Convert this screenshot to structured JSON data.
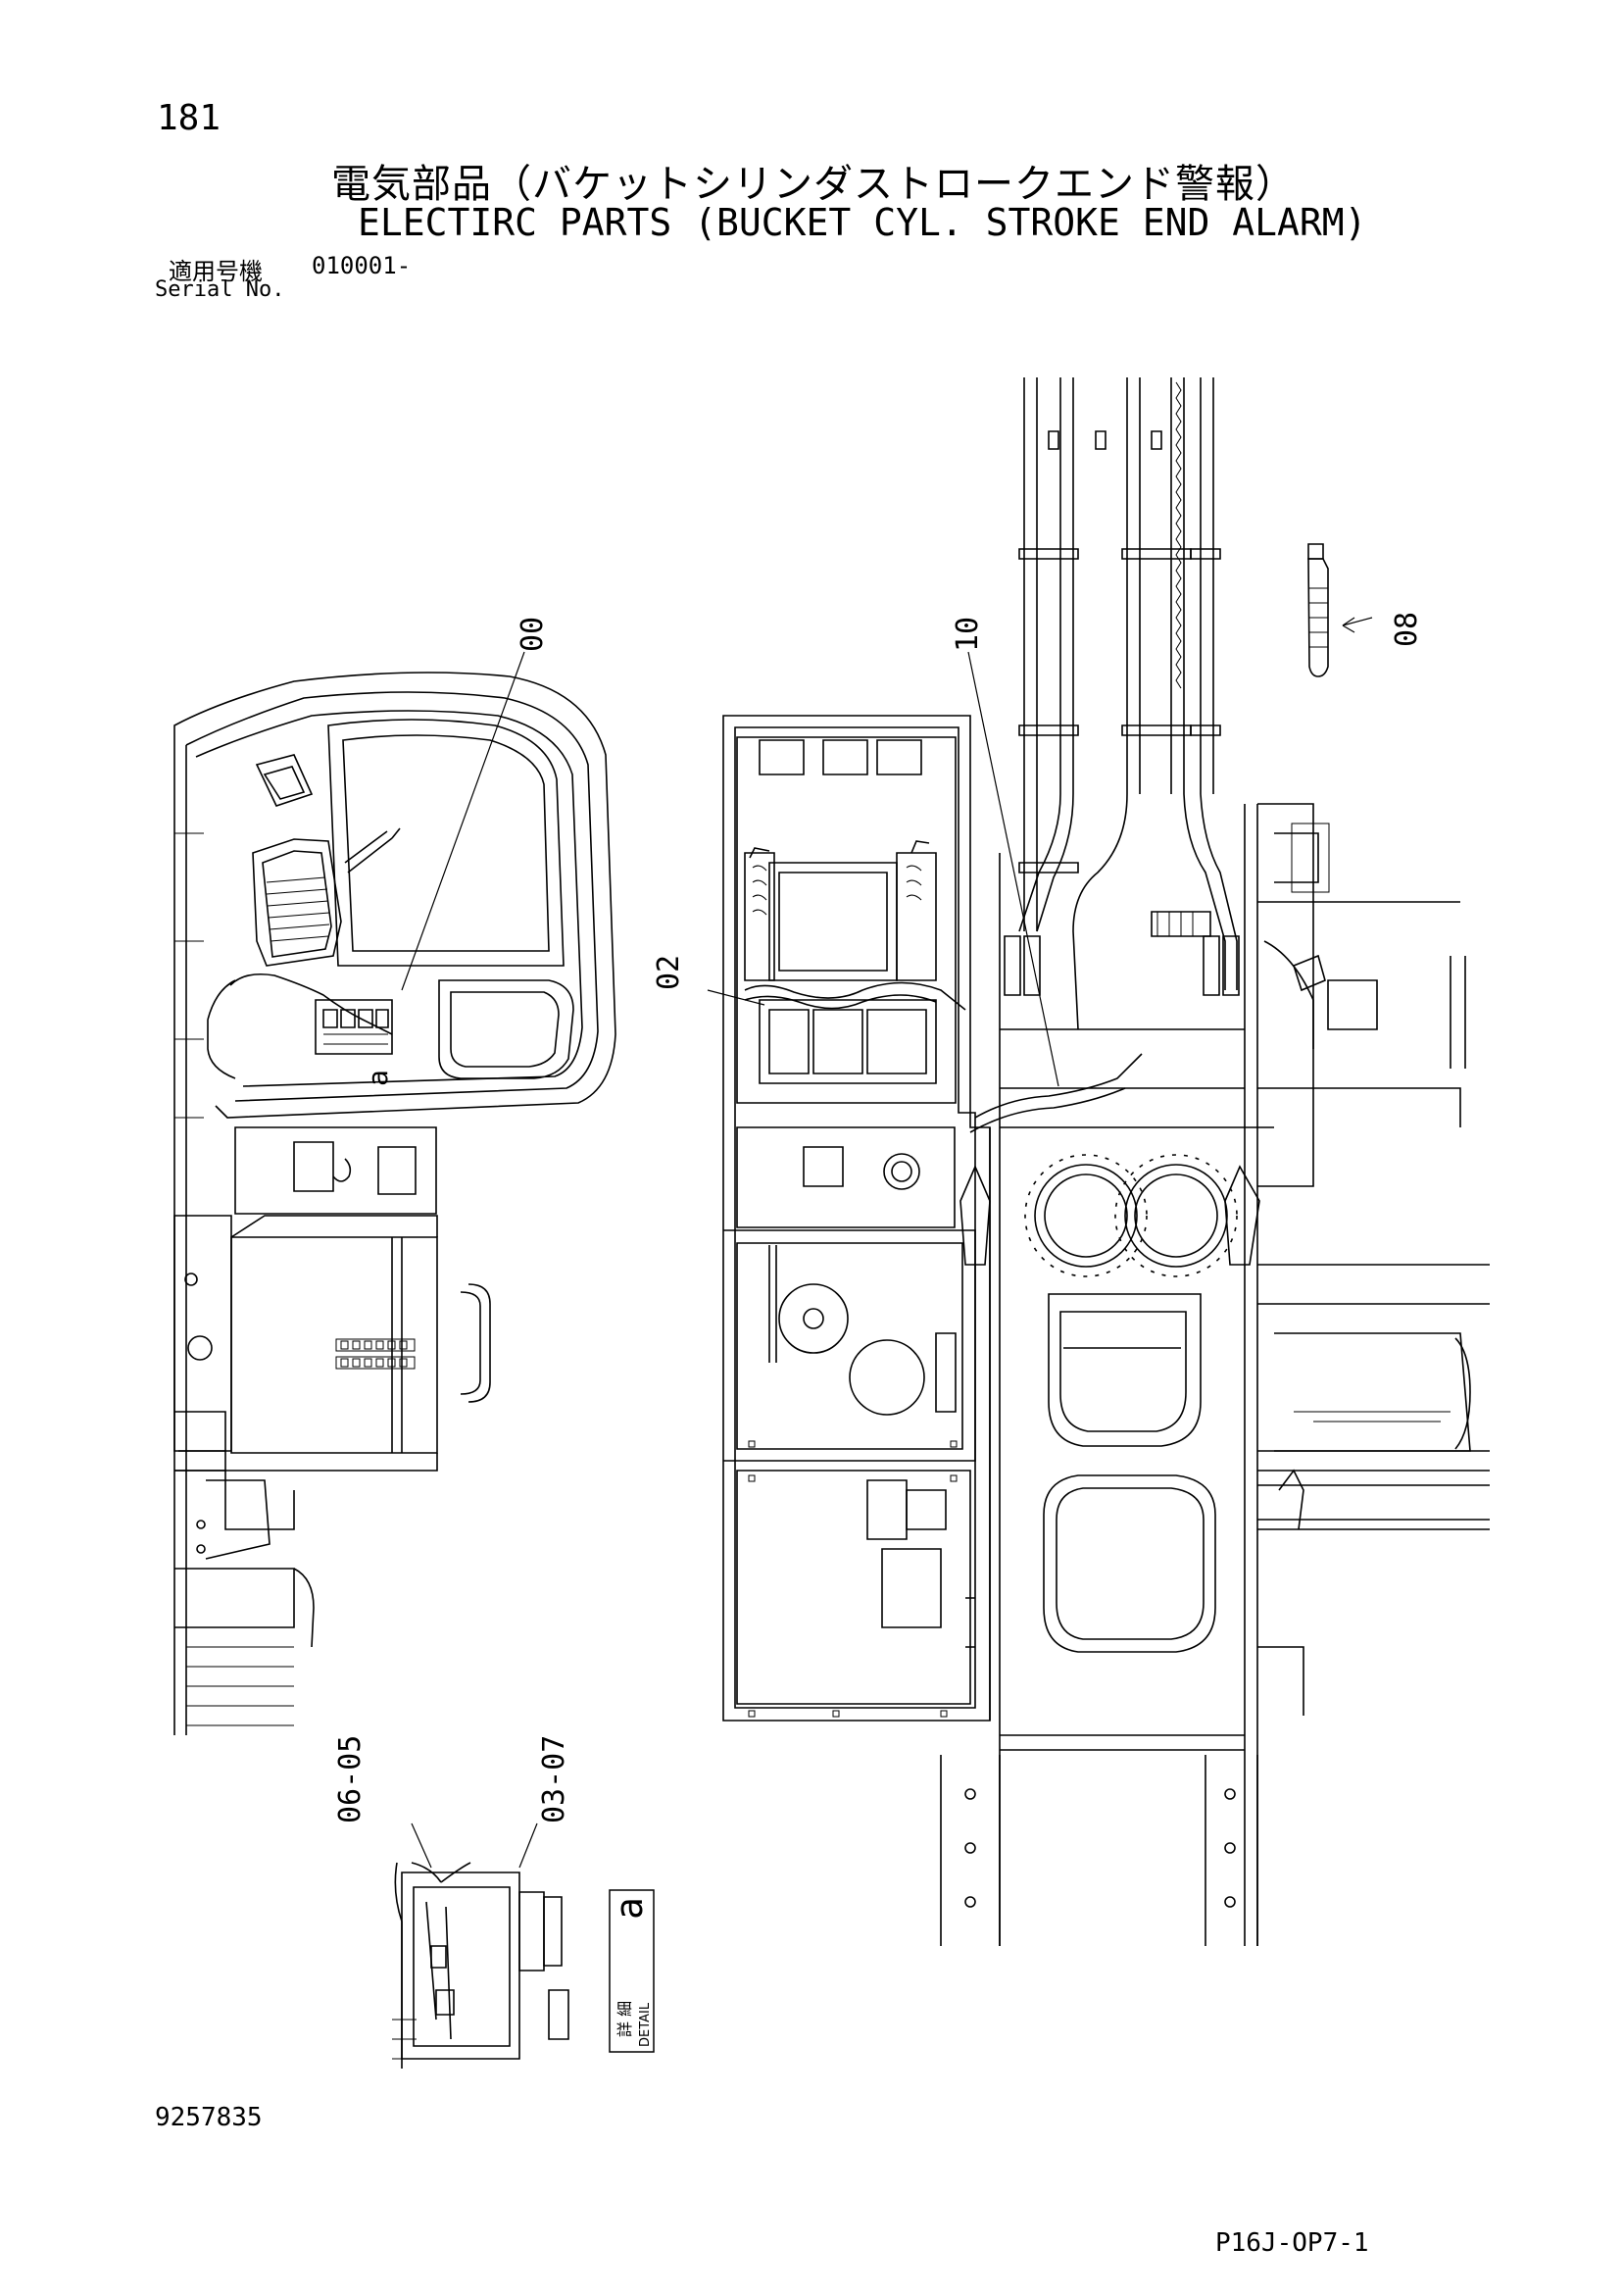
{
  "header": {
    "page_number": "181",
    "title_jp": "電気部品（バケットシリンダストロークエンド警報）",
    "title_en": "ELECTIRC PARTS (BUCKET CYL. STROKE END ALARM)",
    "serial_label_jp": "適用号機",
    "serial_value": "010001-",
    "serial_label_en": "Serial No."
  },
  "callouts": {
    "c00": "00",
    "c10": "10",
    "c08": "08",
    "c02": "02",
    "c06_05": "06-05",
    "c03_07": "03-07",
    "detail_ref_left": "a",
    "detail_ref_box": "a",
    "detail_jp": "詳 細",
    "detail_en": "DETAIL"
  },
  "footer": {
    "doc_number": "9257835",
    "drawing_code": "P16J-OP7-1"
  }
}
